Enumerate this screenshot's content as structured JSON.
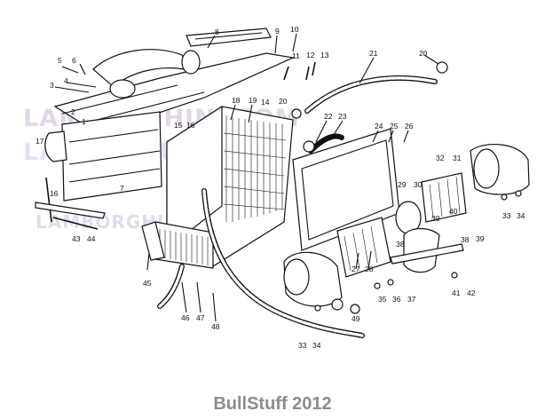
{
  "watermark": {
    "line1": "LAMBORGHINI.COM",
    "line2": "LAMBOSTUFF.COM",
    "line3": "LAMBORGHINI"
  },
  "footer": {
    "credit": "BullStuff 2012"
  },
  "diagram": {
    "part_labels": [
      "1",
      "2",
      "3",
      "4",
      "5",
      "6",
      "7",
      "8",
      "9",
      "10",
      "11",
      "12",
      "13",
      "14",
      "15",
      "16",
      "17",
      "18",
      "19",
      "20",
      "21",
      "22",
      "23",
      "24",
      "25",
      "26",
      "27",
      "28",
      "29",
      "30",
      "31",
      "32",
      "33",
      "34",
      "35",
      "36",
      "37",
      "38",
      "39",
      "40",
      "41",
      "42",
      "43",
      "44",
      "45",
      "46",
      "47",
      "48",
      "49"
    ]
  }
}
